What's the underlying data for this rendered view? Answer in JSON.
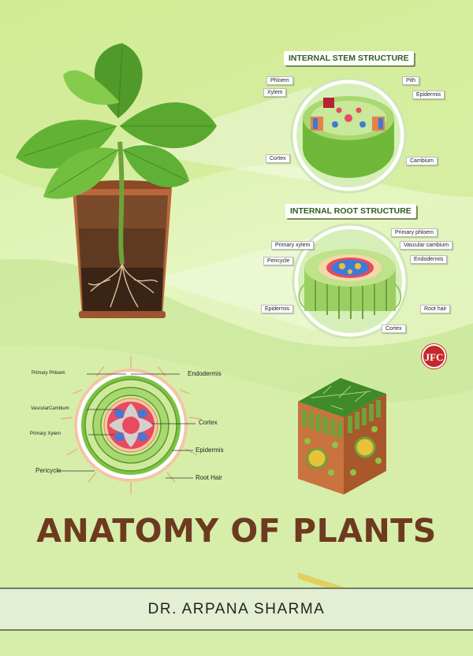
{
  "stem": {
    "title": "INTERNAL STEM STRUCTURE",
    "labels": {
      "phloem": "Phloem",
      "xylem": "Xylem",
      "pith": "Pith",
      "epidermis": "Epidermis",
      "cortex": "Cortex",
      "cambium": "Cambium"
    }
  },
  "root": {
    "title": "INTERNAL ROOT STRUCTURE",
    "labels": {
      "primary_xylem": "Primary xylem",
      "primary_phloem": "Primary phloem",
      "vascular_cambium": "Vascular cambium",
      "pericycle": "Pericycle",
      "endodermis": "Endodermis",
      "epidermis": "Epidermis",
      "root_hair": "Root hair",
      "cortex": "Cortex"
    }
  },
  "section": {
    "labels": {
      "primary_phloem": "Primary Phloem",
      "vascular_cambium": "VascularCambium",
      "primary_xylem": "Primary Xylem",
      "pericycle": "Pericycle",
      "endodermis": "Endodermis",
      "cortex": "Cortex",
      "epidermis": "Epidermis",
      "root_hair": "Root Hair"
    }
  },
  "logo_text": "JFC",
  "title": "ANATOMY OF PLANTS",
  "author": "DR. ARPANA SHARMA",
  "colors": {
    "title": "#6e3a1f",
    "background": "#e4f5bf",
    "stem_green": "#7cc242",
    "phloem": "#e84a5f",
    "xylem": "#3f7ad6",
    "logo": "#c62828"
  }
}
